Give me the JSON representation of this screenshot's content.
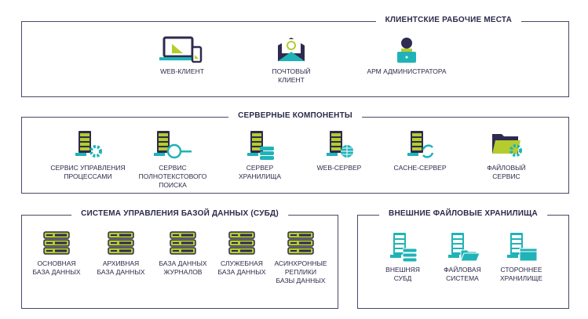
{
  "colors": {
    "navy": "#2e2b4f",
    "lime": "#b5cc2e",
    "teal": "#1fb3b8",
    "border": "#4a4868"
  },
  "groups": [
    {
      "title": "КЛИЕНТСКИЕ РАБОЧИЕ МЕСТА",
      "items": [
        {
          "icon": "laptop-phone-icon",
          "lines": [
            "WEB-КЛИЕНТ"
          ]
        },
        {
          "icon": "mail-envelope-icon",
          "lines": [
            "ПОЧТОВЫЙ",
            "КЛИЕНТ"
          ]
        },
        {
          "icon": "admin-workstation-icon",
          "lines": [
            "АРМ АДМИНИСТРАТОРА"
          ]
        }
      ]
    },
    {
      "title": "СЕРВЕРНЫЕ КОМПОНЕНТЫ",
      "items": [
        {
          "icon": "server-gear-icon",
          "lines": [
            "СЕРВИС УПРАВЛЕНИЯ",
            "ПРОЦЕССАМИ"
          ]
        },
        {
          "icon": "server-search-icon",
          "lines": [
            "СЕРВИС",
            "ПОЛНОТЕКСТОВОГО",
            "ПОИСКА"
          ]
        },
        {
          "icon": "server-database-icon",
          "lines": [
            "СЕРВЕР",
            "ХРАНИЛИЩА"
          ]
        },
        {
          "icon": "server-globe-icon",
          "lines": [
            "WEB-СЕРВЕР"
          ]
        },
        {
          "icon": "server-refresh-icon",
          "lines": [
            "CACHE-СЕРВЕР"
          ]
        },
        {
          "icon": "folder-gear-icon",
          "lines": [
            "ФАЙЛОВЫЙ",
            "СЕРВИС"
          ]
        }
      ]
    },
    {
      "title": "СИСТЕМА УПРАВЛЕНИЯ БАЗОЙ ДАННЫХ (СУБД)",
      "items": [
        {
          "icon": "database-rack-icon",
          "lines": [
            "ОСНОВНАЯ",
            "БАЗА ДАННЫХ"
          ]
        },
        {
          "icon": "database-rack-icon",
          "lines": [
            "АРХИВНАЯ",
            "БАЗА ДАННЫХ"
          ]
        },
        {
          "icon": "database-rack-icon",
          "lines": [
            "БАЗА ДАННЫХ",
            "ЖУРНАЛОВ"
          ]
        },
        {
          "icon": "database-rack-icon",
          "lines": [
            "СЛУЖЕБНАЯ",
            "БАЗА ДАННЫХ"
          ]
        },
        {
          "icon": "database-rack-icon",
          "lines": [
            "АСИНХРОННЫЕ",
            "РЕПЛИКИ",
            "БАЗЫ ДАННЫХ"
          ]
        }
      ]
    },
    {
      "title": "ВНЕШНИЕ ФАЙЛОВЫЕ ХРАНИЛИЩА",
      "items": [
        {
          "icon": "external-database-icon",
          "lines": [
            "ВНЕШНЯЯ",
            "СУБД"
          ]
        },
        {
          "icon": "server-folder-icon",
          "lines": [
            "ФАЙЛОВАЯ",
            "СИСТЕМА"
          ]
        },
        {
          "icon": "server-window-icon",
          "lines": [
            "СТОРОННЕЕ",
            "ХРАНИЛИЩЕ"
          ]
        }
      ]
    }
  ]
}
